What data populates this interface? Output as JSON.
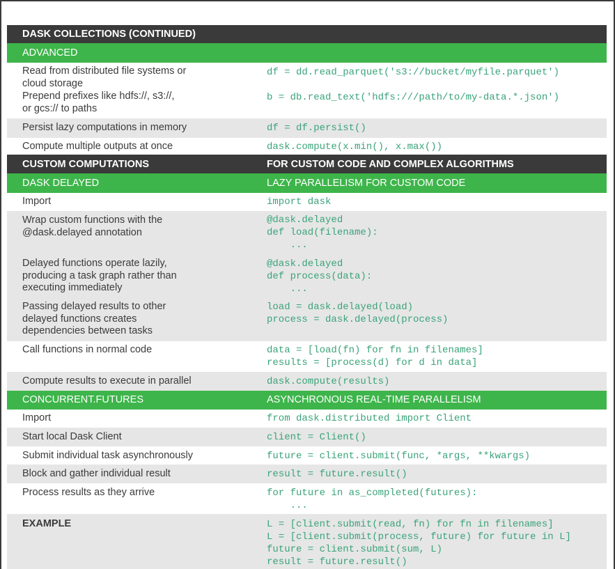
{
  "colors": {
    "header_bg": "#3a3a3a",
    "section_bg": "#3db54a",
    "shade_bg": "#e6e6e6",
    "code_text": "#3aa37a"
  },
  "title": "DASK COLLECTIONS (CONTINUED)",
  "advanced": {
    "label": "ADVANCED",
    "rows": [
      {
        "label": "Read from distributed file systems or\ncloud storage",
        "code": [
          "df = dd.read_parquet('s3://bucket/myfile.parquet')"
        ]
      },
      {
        "label": "Prepend prefixes like hdfs://, s3://,\nor gcs:// to paths",
        "code": [
          "b = db.read_text('hdfs:///path/to/my-data.*.json')"
        ]
      },
      {
        "label": "Persist lazy computations in memory",
        "code": [
          "df = df.persist()"
        ]
      },
      {
        "label": "Compute multiple outputs at once",
        "code": [
          "dask.compute(x.min(), x.max())"
        ]
      }
    ]
  },
  "custom": {
    "left": "CUSTOM COMPUTATIONS",
    "right": "FOR CUSTOM CODE AND COMPLEX ALGORITHMS"
  },
  "delayed": {
    "left": "DASK DELAYED",
    "right": "LAZY PARALLELISM FOR CUSTOM CODE",
    "rows": [
      {
        "label": "Import",
        "code": [
          "import dask"
        ]
      },
      {
        "label": "Wrap custom functions with the\n@dask.delayed annotation",
        "code": [
          "@dask.delayed",
          "def load(filename):",
          "    ..."
        ]
      },
      {
        "label": "Delayed functions operate lazily,\nproducing a task graph rather than\nexecuting immediately",
        "code": [
          "@dask.delayed",
          "def process(data):",
          "    ..."
        ]
      },
      {
        "label": "Passing delayed results to other\ndelayed functions creates\ndependencies between tasks",
        "code": [
          "load = dask.delayed(load)",
          "process = dask.delayed(process)"
        ]
      },
      {
        "label": "Call functions in normal code",
        "code": [
          "data = [load(fn) for fn in filenames]",
          "results = [process(d) for d in data]"
        ]
      },
      {
        "label": "Compute results to execute in parallel",
        "code": [
          "dask.compute(results)"
        ]
      }
    ]
  },
  "futures": {
    "left": "CONCURRENT.FUTURES",
    "right": "ASYNCHRONOUS REAL-TIME PARALLELISM",
    "rows": [
      {
        "label": "Import",
        "code": [
          "from dask.distributed import Client"
        ]
      },
      {
        "label": "Start local Dask Client",
        "code": [
          "client = Client()"
        ]
      },
      {
        "label": "Submit individual task asynchronously",
        "code": [
          "future = client.submit(func, *args, **kwargs)"
        ]
      },
      {
        "label": "Block and gather individual result",
        "code": [
          "result = future.result()"
        ]
      },
      {
        "label": "Process results as they arrive",
        "code": [
          "for future in as_completed(futures):",
          "    ..."
        ]
      }
    ]
  },
  "example": {
    "label": "EXAMPLE",
    "code": [
      "L = [client.submit(read, fn) for fn in filenames]",
      "L = [client.submit(process, future) for future in L]",
      "future = client.submit(sum, L)",
      "result = future.result()"
    ]
  }
}
